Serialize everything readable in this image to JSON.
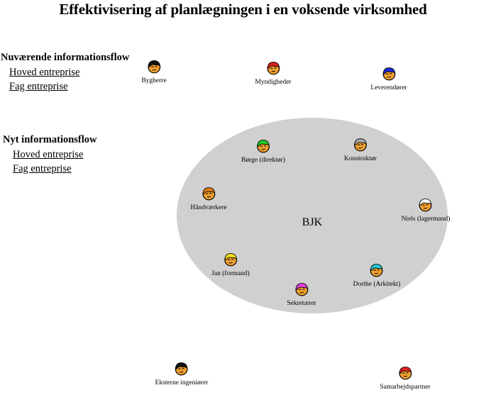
{
  "title": "Effektivisering af planlægningen i en voksende virksomhed",
  "sections": [
    {
      "heading": "Nuværende informationsflow",
      "links": [
        "Hoved entreprise",
        "Fag entreprise"
      ]
    },
    {
      "heading": "Nyt informationsflow",
      "links": [
        "Hoved entreprise",
        "Fag entreprise"
      ]
    }
  ],
  "organization": {
    "label": "BJK",
    "color": "#d0d0d0",
    "members": [
      {
        "name": "Børge (direktør)",
        "icon": "person-face-icon",
        "hair_color": "#22cc22"
      },
      {
        "name": "Konstruktør",
        "icon": "person-face-icon",
        "hair_color": "#a8a8a8"
      },
      {
        "name": "Håndværkere",
        "icon": "person-face-icon",
        "hair_color": "#e07a1a"
      },
      {
        "name": "Niels (lagermand)",
        "icon": "person-face-icon",
        "hair_color": "#ffffff"
      },
      {
        "name": "Jan (formand)",
        "icon": "person-face-icon",
        "hair_color": "#f5e21a"
      },
      {
        "name": "Dorthe (Arkitekt)",
        "icon": "person-face-icon",
        "hair_color": "#22c8dc"
      },
      {
        "name": "Sekretærer",
        "icon": "person-face-icon",
        "hair_color": "#e040d8"
      }
    ]
  },
  "external": [
    {
      "name": "Bygherre",
      "icon": "person-face-icon",
      "hair_color": "#111111"
    },
    {
      "name": "Myndigheder",
      "icon": "person-face-icon",
      "hair_color": "#e02020"
    },
    {
      "name": "Leverendører",
      "icon": "person-face-icon",
      "hair_color": "#1a2ad8"
    },
    {
      "name": "Eksterne ingeniører",
      "icon": "person-face-icon",
      "hair_color": "#111111"
    },
    {
      "name": "Samarbejdspartner",
      "icon": "person-face-icon",
      "hair_color": "#e02020"
    }
  ],
  "face_color": "#f0a030"
}
